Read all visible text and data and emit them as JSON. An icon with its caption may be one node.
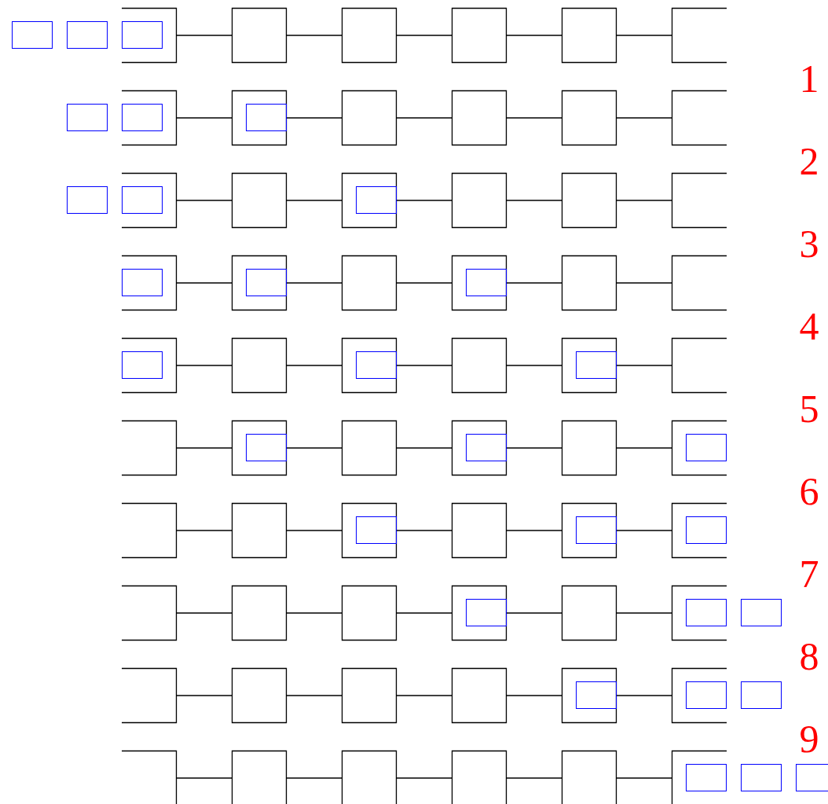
{
  "diagram": {
    "nodes": [
      {
        "text": [],
        "shape": "rectangle"
      },
      {
        "text": [],
        "shape": "rectangle"
      },
      {
        "text": [],
        "shape": "box"
      },
      {
        "text": [],
        "shape": "rectangle",
        "in": 2
      },
      {
        "text": [],
        "shape": "box"
      },
      {
        "text": [],
        "shape": "box"
      },
      {
        "text": [],
        "shape": "box"
      },
      {
        "text": [],
        "shape": "box"
      },
      {
        "text": [],
        "shape": "box"
      },
      {
        "text": [],
        "shape": "rectangle"
      },
      {
        "text": [],
        "shape": "box"
      },
      {
        "text": [],
        "shape": "rectangle",
        "in": 10
      },
      {
        "text": [],
        "shape": "box"
      },
      {
        "text": [],
        "shape": "rectangle",
        "in": 12
      },
      {
        "text": [],
        "shape": "box"
      },
      {
        "text": [],
        "shape": "box"
      },
      {
        "text": [],
        "shape": "box"
      },
      {
        "text": [],
        "shape": "box"
      },
      {
        "text": [],
        "shape": "rectangle"
      },
      {
        "text": [],
        "shape": "box"
      },
      {
        "text": [],
        "shape": "rectangle",
        "in": 19
      },
      {
        "text": [],
        "shape": "box"
      },
      {
        "text": [],
        "shape": "box"
      },
      {
        "text": [],
        "shape": "rectangle",
        "in": 22
      },
      {
        "text": [],
        "shape": "box"
      },
      {
        "text": [],
        "shape": "box"
      },
      {
        "text": [],
        "shape": "box"
      },
      {
        "text": [],
        "shape": "box"
      },
      {
        "text": [],
        "shape": "rectangle",
        "in": 27
      },
      {
        "text": [],
        "shape": "box"
      },
      {
        "text": [],
        "shape": "rectangle",
        "in": 29
      },
      {
        "text": [],
        "shape": "box"
      },
      {
        "text": [],
        "shape": "box"
      },
      {
        "text": [],
        "shape": "rectangle",
        "in": 32
      },
      {
        "text": [],
        "shape": "box"
      },
      {
        "text": [],
        "shape": "box"
      },
      {
        "text": [],
        "shape": "box"
      },
      {
        "text": [],
        "shape": "rectangle",
        "in": 36
      },
      {
        "text": [],
        "shape": "box"
      },
      {
        "text": [],
        "shape": "box"
      },
      {
        "text": [],
        "shape": "rectangle",
        "in": 39
      },
      {
        "text": [],
        "shape": "box"
      },
      {
        "text": [],
        "shape": "box"
      },
      {
        "text": [],
        "shape": "rectangle",
        "in": 42
      },
      {
        "text": [],
        "shape": "box"
      },
      {
        "text": [],
        "shape": "box"
      },
      {
        "text": [],
        "shape": "box"
      },
      {
        "text": [],
        "shape": "rectangle",
        "in": 46
      },
      {
        "text": [],
        "shape": "box"
      },
      {
        "text": [],
        "shape": "box"
      },
      {
        "text": [],
        "shape": "rectangle",
        "in": 49
      },
      {
        "text": [],
        "shape": "box"
      },
      {
        "text": [],
        "shape": "box"
      },
      {
        "text": [],
        "shape": "rectangle",
        "in": 52
      },
      {
        "text": [],
        "shape": "box"
      },
      {
        "text": [],
        "shape": "box"
      },
      {
        "text": [],
        "shape": "box"
      },
      {
        "text": [],
        "shape": "rectangle",
        "in": 56
      },
      {
        "text": [],
        "shape": "box"
      },
      {
        "text": [],
        "shape": "box"
      },
      {
        "text": [],
        "shape": "rectangle",
        "in": 59
      },
      {
        "text": [],
        "shape": "box"
      },
      {
        "text": [],
        "shape": "rectangle",
        "in": 61
      },
      {
        "text": [],
        "shape": "box"
      },
      {
        "text": [],
        "shape": "box"
      },
      {
        "text": [],
        "shape": "box"
      },
      {
        "text": [],
        "shape": "box"
      },
      {
        "text": [],
        "shape": "rectangle",
        "in": 66
      },
      {
        "text": [],
        "shape": "box"
      },
      {
        "text": [],
        "shape": "box"
      },
      {
        "text": [],
        "shape": "rectangle",
        "in": 69
      },
      {
        "text": [],
        "shape": "rectangle"
      },
      {
        "text": [],
        "shape": "box"
      },
      {
        "text": [],
        "shape": "box"
      },
      {
        "text": [],
        "shape": "box"
      },
      {
        "text": [],
        "shape": "box"
      },
      {
        "text": [],
        "shape": "box"
      },
      {
        "text": [],
        "shape": "rectangle",
        "in": 76
      },
      {
        "text": [],
        "shape": "box"
      },
      {
        "text": [],
        "shape": "rectangle",
        "in": 78
      },
      {
        "text": [],
        "shape": "rectangle"
      },
      {
        "text": [],
        "shape": "box"
      },
      {
        "text": [],
        "shape": "box"
      },
      {
        "text": [],
        "shape": "box"
      },
      {
        "text": [],
        "shape": "box"
      },
      {
        "text": [],
        "shape": "box"
      },
      {
        "text": [],
        "shape": "box"
      },
      {
        "text": [],
        "shape": "rectangle",
        "in": 86
      },
      {
        "text": [],
        "shape": "rectangle"
      },
      {
        "text": [],
        "shape": "rectangle"
      }
    ],
    "edges": [
      {
        "from": 2,
        "to": 4,
        "arrow": "none"
      },
      {
        "from": 4,
        "to": 5,
        "arrow": "none"
      },
      {
        "from": 5,
        "to": 6,
        "arrow": "none"
      },
      {
        "from": 6,
        "to": 7,
        "arrow": "none"
      },
      {
        "from": 7,
        "to": 8,
        "arrow": "none"
      },
      {
        "from": 10,
        "to": 12,
        "arrow": "none"
      },
      {
        "from": 12,
        "to": 14,
        "arrow": "none"
      },
      {
        "from": 14,
        "to": 15,
        "arrow": "none"
      },
      {
        "from": 15,
        "to": 16,
        "arrow": "none"
      },
      {
        "from": 16,
        "to": 17,
        "arrow": "none"
      },
      {
        "from": 19,
        "to": 21,
        "arrow": "none"
      },
      {
        "from": 21,
        "to": 22,
        "arrow": "none"
      },
      {
        "from": 22,
        "to": 24,
        "arrow": "none"
      },
      {
        "from": 24,
        "to": 25,
        "arrow": "none"
      },
      {
        "from": 25,
        "to": 26,
        "arrow": "none"
      },
      {
        "from": 27,
        "to": 29,
        "arrow": "none"
      },
      {
        "from": 29,
        "to": 31,
        "arrow": "none"
      },
      {
        "from": 31,
        "to": 32,
        "arrow": "none"
      },
      {
        "from": 32,
        "to": 34,
        "arrow": "none"
      },
      {
        "from": 34,
        "to": 35,
        "arrow": "none"
      },
      {
        "from": 36,
        "to": 38,
        "arrow": "none"
      },
      {
        "from": 38,
        "to": 39,
        "arrow": "none"
      },
      {
        "from": 39,
        "to": 41,
        "arrow": "none"
      },
      {
        "from": 41,
        "to": 42,
        "arrow": "none"
      },
      {
        "from": 42,
        "to": 44,
        "arrow": "none"
      },
      {
        "from": 45,
        "to": 46,
        "arrow": "none"
      },
      {
        "from": 46,
        "to": 48,
        "arrow": "none"
      },
      {
        "from": 48,
        "to": 49,
        "arrow": "none"
      },
      {
        "from": 49,
        "to": 51,
        "arrow": "none"
      },
      {
        "from": 51,
        "to": 52,
        "arrow": "none"
      },
      {
        "from": 54,
        "to": 55,
        "arrow": "none"
      },
      {
        "from": 55,
        "to": 56,
        "arrow": "none"
      },
      {
        "from": 56,
        "to": 58,
        "arrow": "none"
      },
      {
        "from": 58,
        "to": 59,
        "arrow": "none"
      },
      {
        "from": 59,
        "to": 61,
        "arrow": "none"
      },
      {
        "from": 63,
        "to": 64,
        "arrow": "none"
      },
      {
        "from": 64,
        "to": 65,
        "arrow": "none"
      },
      {
        "from": 65,
        "to": 66,
        "arrow": "none"
      },
      {
        "from": 66,
        "to": 68,
        "arrow": "none"
      },
      {
        "from": 68,
        "to": 69,
        "arrow": "none"
      },
      {
        "from": 72,
        "to": 73,
        "arrow": "none"
      },
      {
        "from": 73,
        "to": 74,
        "arrow": "none"
      },
      {
        "from": 74,
        "to": 75,
        "arrow": "none"
      },
      {
        "from": 75,
        "to": 76,
        "arrow": "none"
      },
      {
        "from": 76,
        "to": 78,
        "arrow": "none"
      },
      {
        "from": 81,
        "to": 82,
        "arrow": "none"
      },
      {
        "from": 82,
        "to": 83,
        "arrow": "none"
      },
      {
        "from": 83,
        "to": 84,
        "arrow": "none"
      },
      {
        "from": 84,
        "to": 85,
        "arrow": "none"
      },
      {
        "from": 85,
        "to": 86,
        "arrow": "none"
      }
    ],
    "labels": [
      "1",
      "2",
      "3",
      "4",
      "5",
      "6",
      "7",
      "8",
      "9"
    ]
  }
}
